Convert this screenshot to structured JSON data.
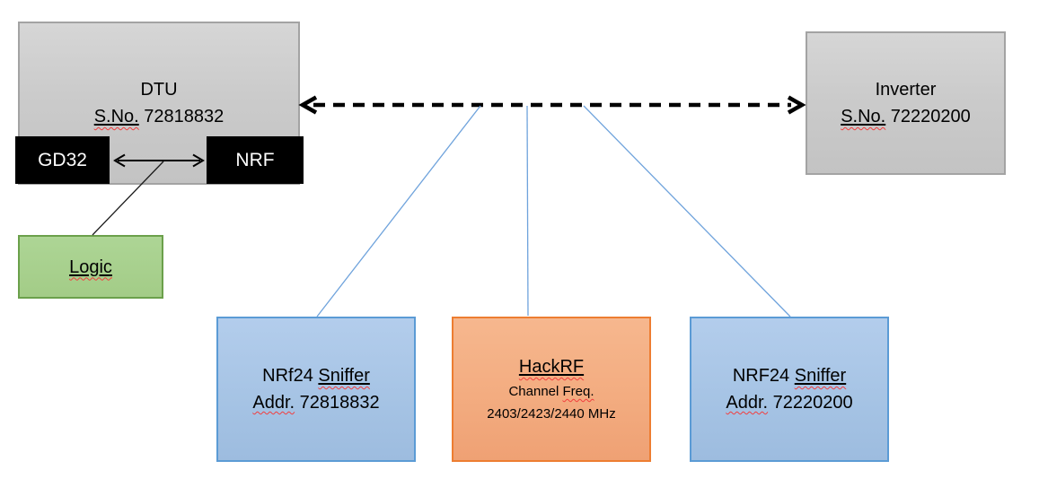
{
  "diagram": {
    "dtu": {
      "title": "DTU",
      "serial_label": "S.No.",
      "serial_number": "72818832",
      "gd32_label": "GD32",
      "nrf_label": "NRF"
    },
    "logic": {
      "label": "Logic"
    },
    "inverter": {
      "title": "Inverter",
      "serial_label": "S.No.",
      "serial_number": "72220200"
    },
    "sniffer_left": {
      "title_prefix": "NRf24",
      "title_word": "Sniffer",
      "addr_label": "Addr.",
      "addr_value": "72818832"
    },
    "hackrf": {
      "title": "HackRF",
      "subtitle_prefix": "Channel",
      "subtitle_word": "Freq.",
      "freq_line": "2403/2423/2440 MHz"
    },
    "sniffer_right": {
      "title_prefix": "NRF24",
      "title_word": "Sniffer",
      "addr_label": "Addr.",
      "addr_value": "72220200"
    },
    "colors": {
      "gray_fill": "#cbcbcb",
      "gray_border": "#a3a3a3",
      "green_fill": "#a9d18e",
      "green_border": "#6ba04b",
      "blue_fill": "#a5c3e4",
      "blue_border": "#5b9bd5",
      "orange_fill": "#f3ac80",
      "orange_border": "#ed7d31",
      "connector_blue": "#6fa3dc",
      "squiggle_red": "#f23d3d"
    }
  }
}
